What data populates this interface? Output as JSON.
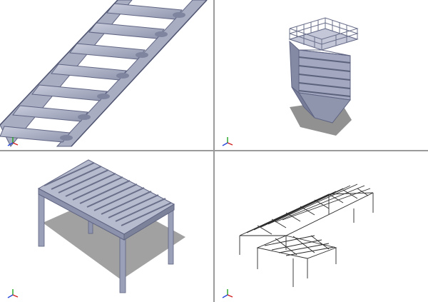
{
  "window": {
    "layout": "four-viewport"
  },
  "viewports": [
    {
      "id": "stair",
      "subject": "stair-model",
      "selected": false
    },
    {
      "id": "hopper",
      "subject": "hopper-tower-model",
      "selected": false
    },
    {
      "id": "pergola",
      "subject": "pergola-model",
      "selected": false
    },
    {
      "id": "platform",
      "subject": "platform-frame-model",
      "selected": false
    }
  ],
  "icons": {
    "triad": "axis-triad-icon"
  },
  "colors": {
    "steel": "#9aa0b8",
    "steel_dark": "#6c7290",
    "steel_light": "#c5c9da",
    "shadow": "#8c8c8c",
    "divider": "#9a9a9a",
    "axis_x": "#d22020",
    "axis_y": "#1fa51f",
    "axis_z": "#2446d8"
  }
}
